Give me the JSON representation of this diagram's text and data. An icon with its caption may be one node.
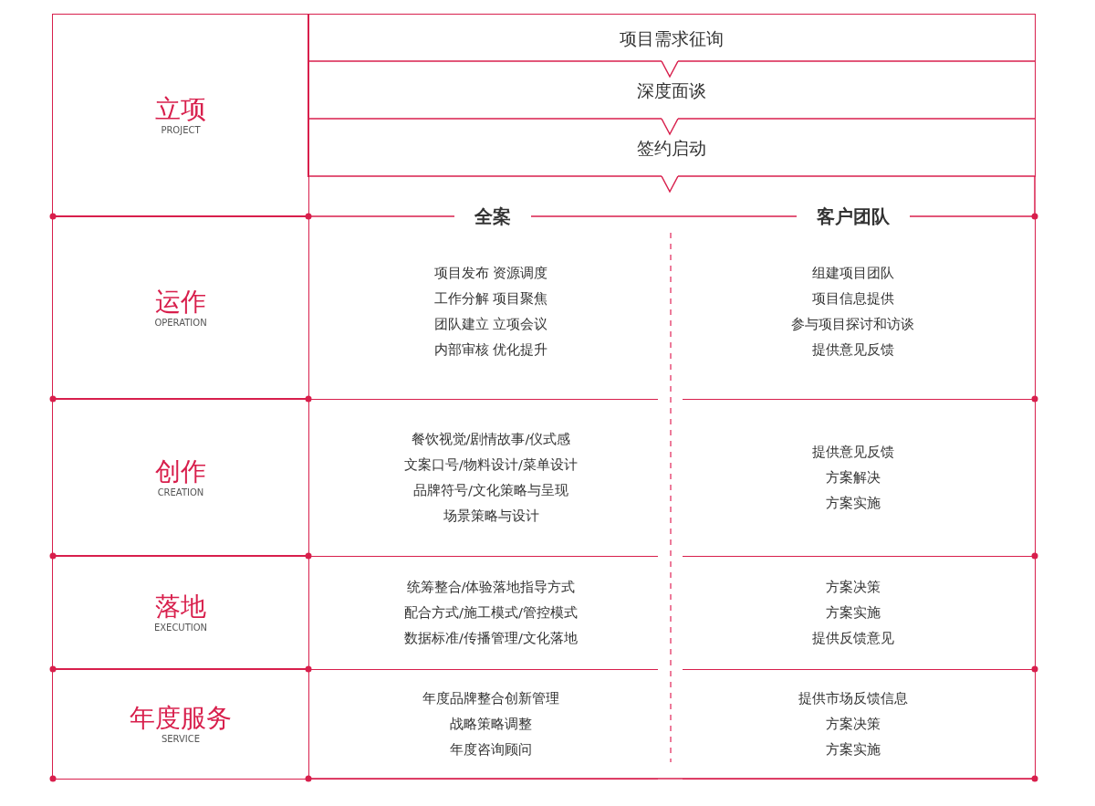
{
  "diagram": {
    "nodes": [
      {
        "text": [
          "立项",
          "PROJECT"
        ]
      },
      {
        "text": [
          "项目需求征询"
        ]
      },
      {
        "text": [
          "深度面谈"
        ]
      },
      {
        "text": [
          "签约启动"
        ]
      },
      {
        "text": [
          "运作",
          "OPERATION"
        ]
      },
      {
        "text": [
          "项目发布 资源调度",
          "工作分解 项目聚焦",
          "团队建立 立项会议",
          "内部审核 优化提升"
        ]
      },
      {
        "text": [
          "组建项目团队",
          "项目信息提供",
          "参与项目探讨和访谈",
          "提供意见反馈"
        ]
      },
      {
        "text": [
          "创作",
          "CREATION"
        ]
      },
      {
        "text": [
          "餐饮视觉/剧情故事/仪式感",
          "文案口号/物料设计/菜单设计",
          "品牌符号/文化策略与呈现",
          "场景策略与设计"
        ]
      },
      {
        "text": [
          "提供意见反馈",
          "方案解决",
          "方案实施"
        ]
      },
      {
        "text": [
          "落地",
          "EXECUTION"
        ]
      },
      {
        "text": [
          "统筹整合/体验落地指导方式",
          "配合方式/施工模式/管控模式",
          "数据标准/传播管理/文化落地"
        ]
      },
      {
        "text": [
          "方案决策",
          "方案实施",
          "提供反馈意见"
        ]
      },
      {
        "text": [
          "年度服务",
          "SERVICE"
        ]
      },
      {
        "text": [
          "年度品牌整合创新管理",
          "战略策略调整",
          "年度咨询顾问"
        ]
      },
      {
        "text": [
          "提供市场反馈信息",
          "方案决策",
          "方案实施"
        ]
      }
    ],
    "edges": [
      {
        "from": 1,
        "to": 2,
        "arrow": "to"
      },
      {
        "from": 2,
        "to": 3,
        "arrow": "to"
      },
      {
        "from": 3,
        "to": null,
        "arrow": "to"
      }
    ],
    "labels": [
      "全案",
      "客户团队"
    ]
  }
}
